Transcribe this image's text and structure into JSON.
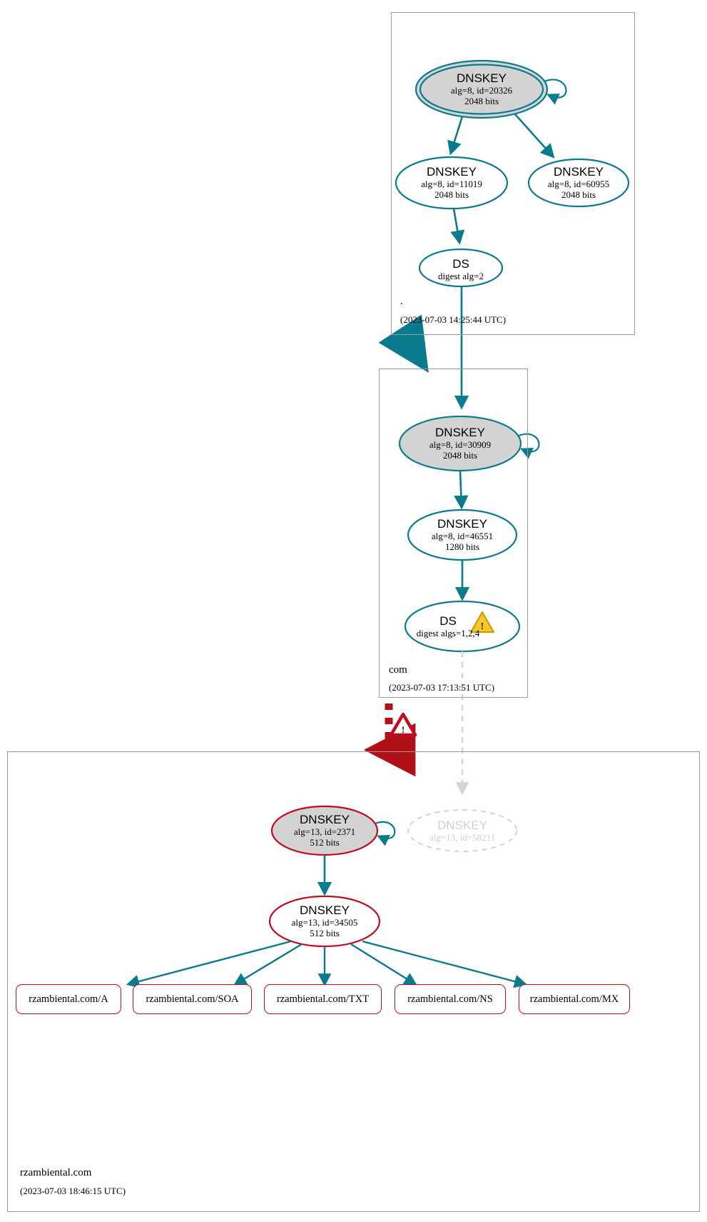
{
  "diagram": {
    "type": "dnssec-authentication-chain",
    "colors": {
      "secure_edge": "#0a7b8c",
      "secure_node_border": "#0a7b8c",
      "bogus_border": "#bf0d1f",
      "broken_delegation": "#b01116",
      "ksk_fill": "#d3d3d3",
      "zsk_fill": "#ffffff",
      "zone_border": "#9a9a9a",
      "faded": "#d4d4d4",
      "warning_fill": "#f5c828",
      "warning_stroke": "#b8860b"
    }
  },
  "zones": [
    {
      "id": "root",
      "name": ".",
      "timestamp": "(2023-07-03 14:25:44 UTC)",
      "nodes": [
        {
          "id": "root-ksk",
          "kind": "dnskey",
          "role": "ksk",
          "title": "DNSKEY",
          "line2": "alg=8, id=20326",
          "line3": "2048 bits",
          "style": "secure-double"
        },
        {
          "id": "root-zsk-11019",
          "kind": "dnskey",
          "role": "zsk",
          "title": "DNSKEY",
          "line2": "alg=8, id=11019",
          "line3": "2048 bits",
          "style": "secure"
        },
        {
          "id": "root-zsk-60955",
          "kind": "dnskey",
          "role": "zsk",
          "title": "DNSKEY",
          "line2": "alg=8, id=60955",
          "line3": "2048 bits",
          "style": "secure"
        },
        {
          "id": "root-ds",
          "kind": "ds",
          "title": "DS",
          "line2": "digest alg=2",
          "style": "secure"
        }
      ]
    },
    {
      "id": "com",
      "name": "com",
      "timestamp": "(2023-07-03 17:13:51 UTC)",
      "nodes": [
        {
          "id": "com-ksk",
          "kind": "dnskey",
          "role": "ksk",
          "title": "DNSKEY",
          "line2": "alg=8, id=30909",
          "line3": "2048 bits",
          "style": "secure"
        },
        {
          "id": "com-zsk-46551",
          "kind": "dnskey",
          "role": "zsk",
          "title": "DNSKEY",
          "line2": "alg=8, id=46551",
          "line3": "1280 bits",
          "style": "secure"
        },
        {
          "id": "com-ds",
          "kind": "ds",
          "title": "DS",
          "line2": "digest algs=1,2,4",
          "style": "secure",
          "warning": true
        }
      ]
    },
    {
      "id": "rzambiental",
      "name": "rzambiental.com",
      "timestamp": "(2023-07-03 18:46:15 UTC)",
      "nodes": [
        {
          "id": "rz-ksk",
          "kind": "dnskey",
          "role": "ksk",
          "title": "DNSKEY",
          "line2": "alg=13, id=2371",
          "line3": "512 bits",
          "style": "bogus"
        },
        {
          "id": "rz-dnskey-58211",
          "kind": "dnskey",
          "role": "zsk",
          "title": "DNSKEY",
          "line2": "alg=13, id=58211",
          "line3": "",
          "style": "faded"
        },
        {
          "id": "rz-zsk-34505",
          "kind": "dnskey",
          "role": "zsk",
          "title": "DNSKEY",
          "line2": "alg=13, id=34505",
          "line3": "512 bits",
          "style": "bogus"
        }
      ],
      "rrsets": [
        {
          "id": "rr-a",
          "label": "rzambiental.com/A"
        },
        {
          "id": "rr-soa",
          "label": "rzambiental.com/SOA"
        },
        {
          "id": "rr-txt",
          "label": "rzambiental.com/TXT"
        },
        {
          "id": "rr-ns",
          "label": "rzambiental.com/NS"
        },
        {
          "id": "rr-mx",
          "label": "rzambiental.com/MX"
        }
      ]
    }
  ],
  "delegations": [
    {
      "id": "root-to-com",
      "from": "root-ds",
      "to": "com-ksk",
      "status": "secure"
    },
    {
      "id": "com-to-rzambiental",
      "from": "com-ds",
      "to": "rzambiental",
      "status": "broken",
      "warning": true
    },
    {
      "id": "com-ds-to-faded-dnskey",
      "from": "com-ds",
      "to": "rz-dnskey-58211",
      "status": "faded"
    }
  ]
}
